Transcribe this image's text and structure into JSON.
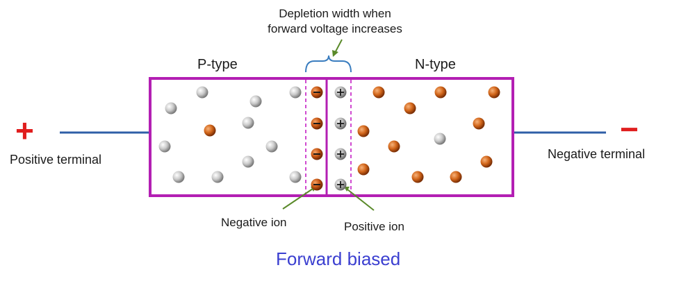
{
  "diagram": {
    "caption": "Forward biased",
    "regions": {
      "p_label": "P-type",
      "n_label": "N-type"
    },
    "annotation": {
      "line1": "Depletion width when",
      "line2": "forward voltage increases"
    },
    "terminals": {
      "positive_sign": "+",
      "positive_label": "Positive terminal",
      "negative_sign": "−",
      "negative_label": "Negative terminal"
    },
    "ions": {
      "negative_label": "Negative ion",
      "positive_label": "Positive ion"
    },
    "colors": {
      "junction_border": "#b31fb3",
      "dashed_boundary": "#d04ad0",
      "wire": "#2f5fa7",
      "positive_sign": "#e01e1e",
      "negative_sign": "#e01e1e",
      "caption": "#3b3fd0",
      "hole": "#c8c8c8",
      "electron": "#d2661a",
      "bracket": "#3a7dbf",
      "pointer": "#5a8a2a"
    }
  }
}
